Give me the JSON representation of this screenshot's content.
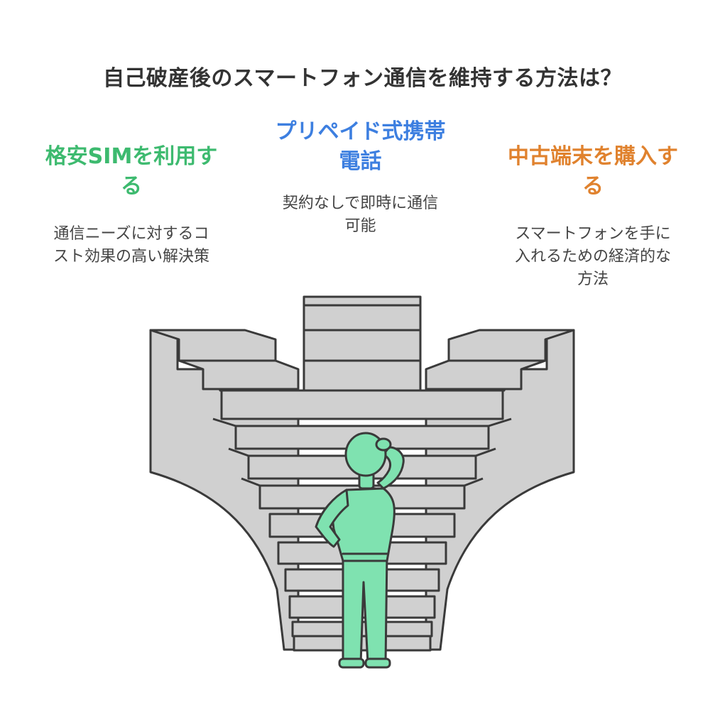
{
  "title": "自己破産後のスマートフォン通信を維持する方法は？",
  "options": [
    {
      "title_line1": "格安SIMを利用す",
      "title_line2": "る",
      "description_line1": "通信ニーズに対するコ",
      "description_line2": "スト効果の高い解決策",
      "color": "#3dba6f"
    },
    {
      "title_line1": "プリペイド式携帯",
      "title_line2": "電話",
      "description_line1": "契約なしで即時に通信",
      "description_line2": "可能",
      "color": "#3d7fe0"
    },
    {
      "title_line1": "中古端末を購入す",
      "title_line2": "る",
      "description_line1": "スマートフォンを手に",
      "description_line2": "入れるための経済的な",
      "description_line3": "方法",
      "color": "#e0822e"
    }
  ],
  "colors": {
    "stairs_fill": "#d0d0d0",
    "stairs_stroke": "#3a3a3a",
    "person_fill": "#7fe2b0"
  },
  "illustration_icon": "person-at-branching-staircase-icon"
}
